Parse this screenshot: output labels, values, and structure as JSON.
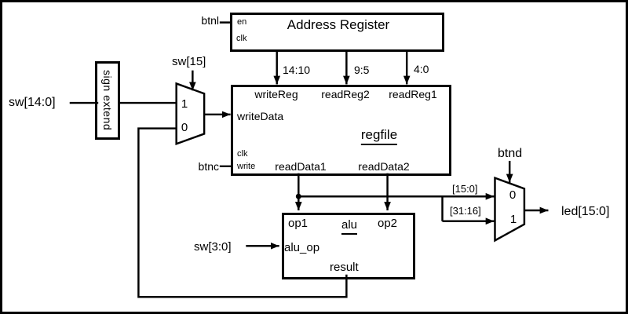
{
  "blocks": {
    "address_register": {
      "title": "Address Register",
      "pin_en": "en",
      "pin_clk": "clk"
    },
    "sign_extend": {
      "title": "sign extend"
    },
    "regfile": {
      "title": "regfile",
      "pin_write_reg": "writeReg",
      "pin_read_reg2": "readReg2",
      "pin_read_reg1": "readReg1",
      "pin_write_data": "writeData",
      "pin_clk": "clk",
      "pin_write": "write",
      "pin_read_data1": "readData1",
      "pin_read_data2": "readData2"
    },
    "alu": {
      "title": "alu",
      "pin_op1": "op1",
      "pin_op2": "op2",
      "pin_alu_op": "alu_op",
      "pin_result": "result"
    }
  },
  "muxes": {
    "write_data_mux": {
      "input_top": "1",
      "input_bottom": "0",
      "select": "sw[15]"
    },
    "led_mux": {
      "input_top": "0",
      "input_bottom": "1",
      "select": "btnd"
    }
  },
  "signals": {
    "btnl": "btnl",
    "btnc": "btnc",
    "sw_14_0": "sw[14:0]",
    "sw_3_0": "sw[3:0]",
    "led_15_0": "led[15:0]"
  },
  "bus_labels": {
    "write_reg_bits": "14:10",
    "read_reg2_bits": "9:5",
    "read_reg1_bits": "4:0",
    "low_half": "[15:0]",
    "high_half": "[31:16]"
  },
  "colors": {
    "background": "#ffffff",
    "line": "#000000",
    "text": "#000000"
  }
}
